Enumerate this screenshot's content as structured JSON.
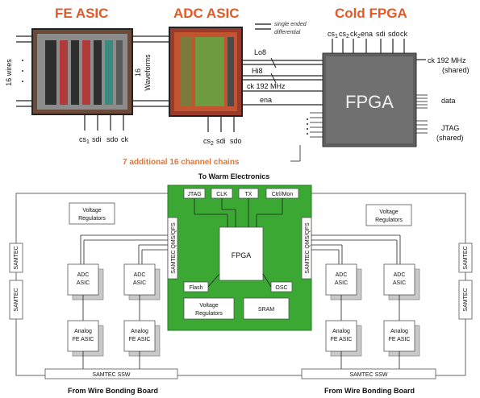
{
  "top": {
    "fe_asic_title": "FE ASIC",
    "adc_asic_title": "ADC ASIC",
    "cold_fpga_title": "Cold FPGA",
    "wires_16": "16 wires",
    "waveforms_16": "16",
    "waveforms_word": "Waveforms",
    "legend_single": "single ended",
    "legend_diff": "differential",
    "fpga_label": "FPGA",
    "lo8": "Lo8",
    "hi8": "Hi8",
    "ck192": "ck 192 MHz",
    "ena": "ena",
    "fe_pins": [
      "cs",
      "sdi",
      "sdo",
      "ck"
    ],
    "fe_cs_sub": "1",
    "adc_pins": [
      "cs",
      "sdi",
      "sdo"
    ],
    "adc_cs_sub": "2",
    "fpga_top_pins": [
      "cs",
      "cs",
      "ck",
      "ena",
      "sdi",
      "sdo",
      "ck"
    ],
    "fpga_top_subs": [
      "1",
      "2",
      "2",
      "",
      "",
      "",
      ""
    ],
    "right_ck": "ck 192 MHz",
    "right_ck_shared": "(shared)",
    "right_data": "data",
    "right_jtag": "JTAG",
    "right_jtag_shared": "(shared)",
    "chains": "7 additional 16 channel chains"
  },
  "board": {
    "to_warm": "To Warm Electronics",
    "jtag": "JTAG",
    "clk": "CLK",
    "tx": "TX",
    "ctrl": "Ctrl/Mon",
    "fpga": "FPGA",
    "flash": "Flash",
    "osc": "OSC",
    "vreg_line1": "Voltage",
    "vreg_line2": "Regulators",
    "sram": "SRAM",
    "samtec_side": "SAMTEC QMS/QFS",
    "adc_line1": "ADC",
    "adc_line2": "ASIC",
    "analog_line1": "Analog",
    "analog_line2": "FE ASIC",
    "samtec_ssw": "SAMTEC SSW",
    "from_wire": "From Wire Bonding Board",
    "side_conn": "SAMTEC"
  },
  "colors": {
    "green_board": "#3aa832",
    "fpga_chip": "#5e5e5e",
    "title_red": "#e05a2a",
    "chain_orange": "#e8742e"
  }
}
